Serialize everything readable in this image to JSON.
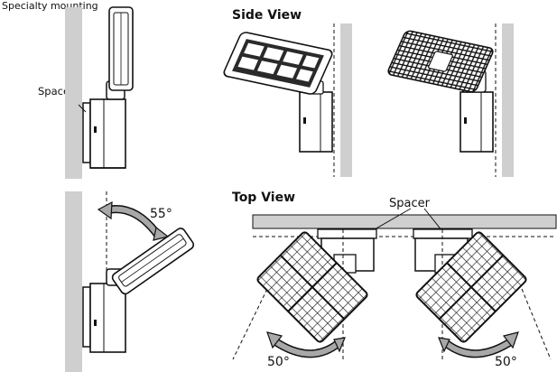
{
  "caption": "Specialty mounting",
  "views": {
    "side_title": "Side View",
    "top_title": "Top View"
  },
  "labels": {
    "spacer_left": "Spacer",
    "spacer_top": "Spacer"
  },
  "angles": {
    "tilt": "55°",
    "left_rotation": "50°",
    "right_rotation": "50°"
  },
  "colors": {
    "wall": "#cfcfcf",
    "line": "#111111",
    "arrow_fill": "#a8a8a8",
    "panel_dark": "#2a2a2a"
  }
}
